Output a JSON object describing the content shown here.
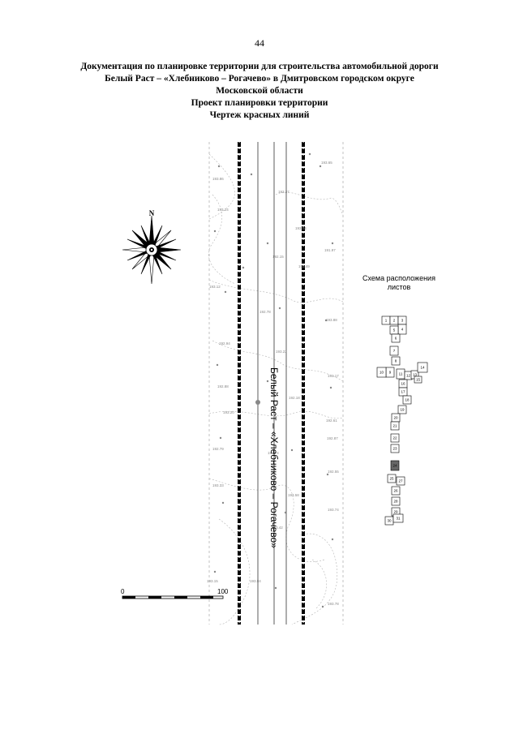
{
  "page_number": "44",
  "title_lines": [
    "Документация по планировке территории для строительства автомобильной дороги",
    "Белый Раст – «Хлебниково – Рогачево» в Дмитровском городском округе",
    "Московской области",
    "Проект планировки территории",
    "Чертеж красных линий"
  ],
  "north_label": "N",
  "road_name": "Белый Раст – «Хлебниково – Рогачево»",
  "scheme": {
    "caption_line1": "Схема расположения",
    "caption_line2": "листов",
    "sheets": [
      "1",
      "2",
      "3",
      "4",
      "5",
      "6",
      "7",
      "8",
      "9",
      "10",
      "11",
      "12",
      "13",
      "14",
      "15",
      "16",
      "17",
      "18",
      "19",
      "20",
      "21",
      "22",
      "23",
      "24",
      "25",
      "26",
      "27",
      "28",
      "29",
      "30",
      "31"
    ]
  },
  "scale_bar": {
    "start_label": "0",
    "end_label": "100"
  },
  "elevation_marks": [
    "193.65",
    "193.37",
    "193.86",
    "193.04",
    "193.24",
    "191.97",
    "192.15",
    "193.49",
    "193.12",
    "192.78",
    "193.88",
    "192.94",
    "193.22",
    "193.17",
    "192.88",
    "192.18",
    "192.61",
    "193.20",
    "192.79",
    "192.87",
    "191.74",
    "192.55",
    "193.33",
    "193.58",
    "193.74",
    "193.42",
    "193.15",
    "193.84",
    "193.78"
  ]
}
